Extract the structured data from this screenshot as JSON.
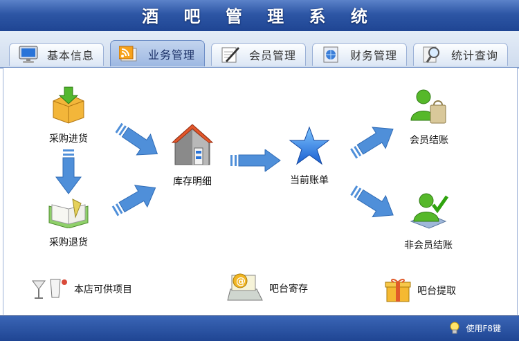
{
  "window": {
    "title": "酒 吧 管 理 系 统"
  },
  "tabs": [
    {
      "label": "基本信息",
      "icon": "monitor-icon"
    },
    {
      "label": "业务管理",
      "icon": "rss-feed-icon",
      "active": true
    },
    {
      "label": "会员管理",
      "icon": "pen-note-icon"
    },
    {
      "label": "财务管理",
      "icon": "globe-doc-icon"
    },
    {
      "label": "统计查询",
      "icon": "magnifier-icon"
    }
  ],
  "flow": {
    "purchase_in": "采购进货",
    "purchase_return": "采购退货",
    "inventory": "库存明细",
    "current_bill": "当前账单",
    "member_checkout": "会员结账",
    "nonmember_checkout": "非会员结账"
  },
  "bottom_items": {
    "items_available": "本店可供项目",
    "bar_storage": "吧台寄存",
    "bar_retrieve": "吧台提取"
  },
  "status": {
    "text": "使用F8键"
  },
  "colors": {
    "title_bar": "#2d56a5",
    "arrow": "#4f8fd9",
    "accent": "#1f4593"
  }
}
